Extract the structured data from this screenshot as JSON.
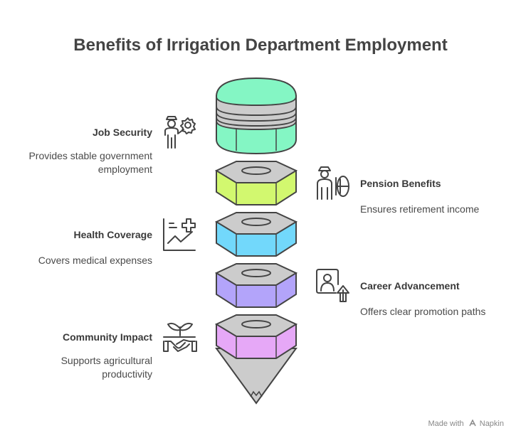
{
  "title": "Benefits of Irrigation Department Employment",
  "items": [
    {
      "label": "Job Security",
      "description": "Provides stable government employment",
      "icon": "worker-gear-icon",
      "color": "#84f6c4"
    },
    {
      "label": "Pension Benefits",
      "description": "Ensures retirement income",
      "icon": "person-savings-icon",
      "color": "#d2f86f"
    },
    {
      "label": "Health Coverage",
      "description": "Covers medical expenses",
      "icon": "health-chart-icon",
      "color": "#72d8fb"
    },
    {
      "label": "Career Advancement",
      "description": "Offers clear promotion paths",
      "icon": "profile-growth-icon",
      "color": "#b3a4fa"
    },
    {
      "label": "Community Impact",
      "description": "Supports agricultural productivity",
      "icon": "handshake-plant-icon",
      "color": "#e6a8f7"
    }
  ],
  "footer": {
    "prefix": "Made with",
    "brand": "Napkin"
  }
}
